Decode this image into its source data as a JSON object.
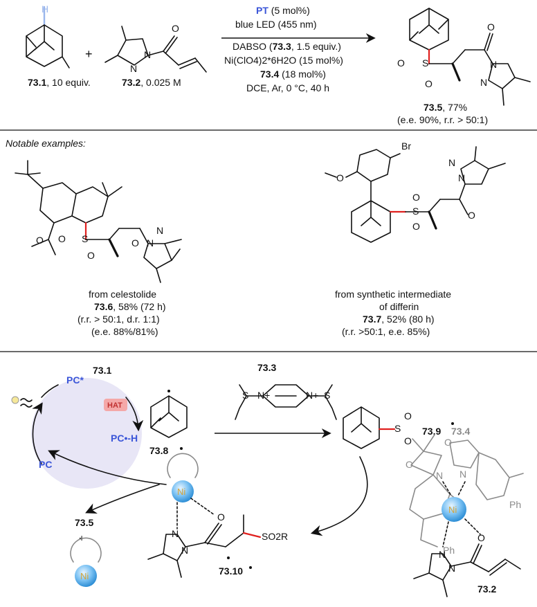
{
  "top": {
    "reagent1_bold": "73.1",
    "reagent1_rest": ", 10 equiv.",
    "reagent2_bold": "73.2",
    "reagent2_rest": ", 0.025 M",
    "plus": "+",
    "cond_pt": "PT",
    "cond_pt_rest": " (5 mol%)",
    "cond_led": "blue LED (455 nm)",
    "cond_dabso_a": "DABSO (",
    "cond_dabso_b": "73.3",
    "cond_dabso_c": ", 1.5 equiv.)",
    "cond_ni": "Ni(ClO4)2*6H2O (15 mol%)",
    "cond_lig_b": "73.4",
    "cond_lig_rest": " (18 mol%)",
    "cond_solvent": "DCE, Ar, 0 °C, 40 h",
    "prod_bold": "73.5",
    "prod_rest": ", 77%",
    "prod_sel": "(e.e. 90%, r.r. > 50:1)"
  },
  "examples": {
    "heading": "Notable examples:",
    "ex1_source": "from celestolide",
    "ex1_bold": "73.6",
    "ex1_rest": ", 58% (72 h)",
    "ex1_sel1": "(r.r. > 50:1, d.r. 1:1)",
    "ex1_sel2": "(e.e. 88%/81%)",
    "ex2_source1": "from synthetic intermediate",
    "ex2_source2": "of differin",
    "ex2_bold": "73.7",
    "ex2_rest": ", 52% (80 h)",
    "ex2_sel": "(r.r. >50:1, e.e. 85%)"
  },
  "mechanism": {
    "pc_star": "PC*",
    "pc": "PC",
    "pch": "PC•-H",
    "hat": "HAT",
    "l731": "73.1",
    "l733": "73.3",
    "l734": "73.4",
    "l738": "73.8",
    "l739": "73.9",
    "l735": "73.5",
    "l7310": "73.10",
    "l732": "73.2",
    "plus": "+",
    "ni": "Ni",
    "so2r": "SO2R",
    "ph": "Ph"
  },
  "colors": {
    "blue_pc": "#3a55d8",
    "red_bond": "#e0201e",
    "ni_sphere": "#5ab0ec",
    "hat_badge": "#f4a8a8"
  }
}
